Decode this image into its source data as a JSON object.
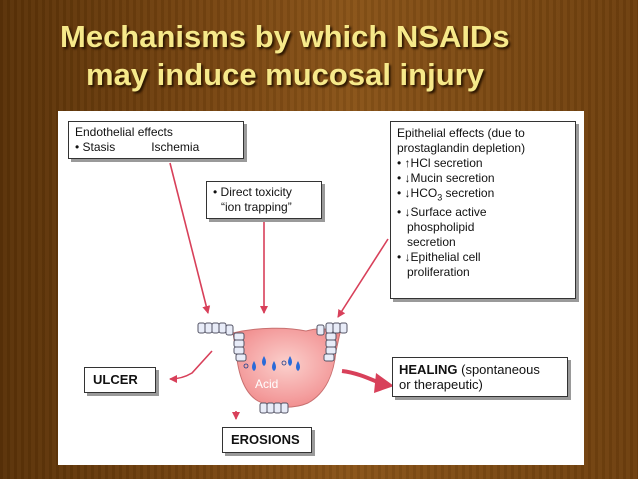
{
  "slide": {
    "title_line1": "Mechanisms by which NSAIDs",
    "title_line2": "may induce mucosal injury"
  },
  "diagram": {
    "endothelial": {
      "title": "Endothelial effects",
      "bullet": "• Stasis",
      "result": "Ischemia"
    },
    "toxicity": {
      "line1": "• Direct toxicity",
      "line2": "“ion trapping”"
    },
    "epithelial": {
      "line1": "Epithelial effects (due to",
      "line2": "prostaglandin depletion)",
      "line3": "• ↑HCl secretion",
      "line4": "• ↓Mucin secretion",
      "line5_a": "• ↓HCO",
      "line5_sub": "3",
      "line5_b": " secretion",
      "line6": "• ↓Surface active",
      "line7": "phospholipid",
      "line8": "secretion",
      "line9": "• ↓Epithelial cell",
      "line10": "proliferation"
    },
    "ulcer": "ULCER",
    "healing_bold": "HEALING",
    "healing_rest": " (spontaneous",
    "healing_line2": "or therapeutic)",
    "erosions": "EROSIONS",
    "acid": "Acid"
  },
  "colors": {
    "title": "#f6e98a",
    "arrow": "#d8405a",
    "tissue": "#f4a0a0"
  }
}
